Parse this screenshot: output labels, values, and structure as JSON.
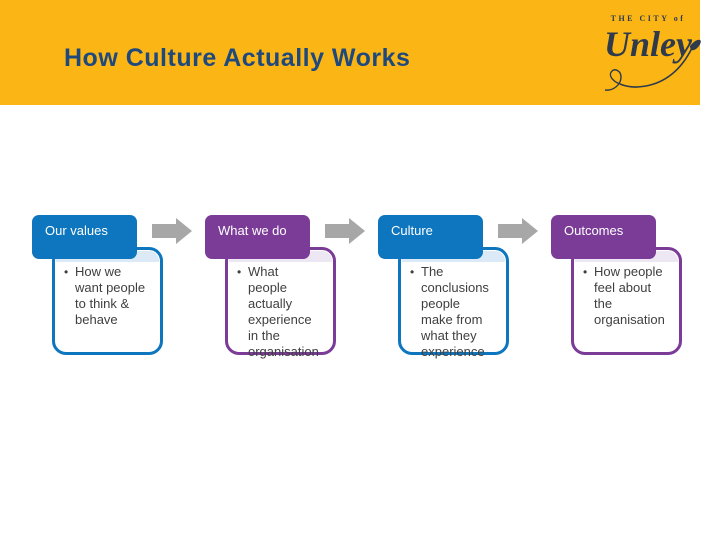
{
  "slide": {
    "title": "How Culture Actually Works",
    "logo": {
      "tagline": "THE CITY of",
      "name": "Unley"
    },
    "bullet_char": "•",
    "colors": {
      "band_yellow": "#FBB615",
      "title_blue": "#1F497D",
      "logo_navy": "#2F3B4C",
      "step_blue": "#0D76BE",
      "step_blue_tint": "#DCE9F6",
      "step_purple": "#7B3C98",
      "step_purple_tint": "#EDE6F3",
      "arrow_gray": "#A7A7A7",
      "body_text": "#3F3F3F"
    },
    "process": {
      "columns": [
        {
          "header": "Our values",
          "theme": "blue",
          "body": "How we\nwant people\nto think &\nbehave"
        },
        {
          "header": "What we do",
          "theme": "purple",
          "body": "What\npeople\nactually\nexperience\nin the\norganisation"
        },
        {
          "header": "Culture",
          "theme": "blue",
          "body": "The\nconclusions\npeople\nmake from\nwhat they\nexperience"
        },
        {
          "header": "Outcomes",
          "theme": "purple",
          "body": "How people\nfeel about\nthe\norganisation"
        }
      ]
    }
  }
}
